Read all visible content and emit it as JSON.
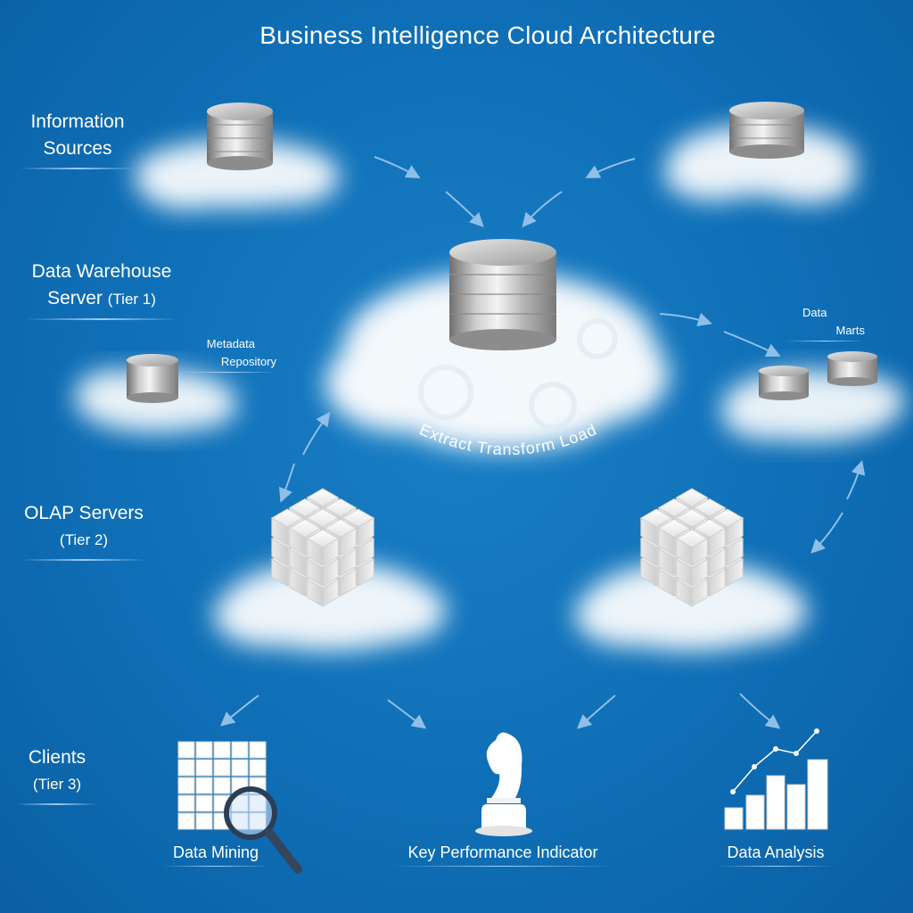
{
  "title": "Business Intelligence Cloud Architecture",
  "tiers": {
    "information_sources": [
      "Information",
      "Sources"
    ],
    "data_warehouse": {
      "line1": "Data Warehouse",
      "line2": "Server",
      "tier": "(Tier 1)"
    },
    "olap": {
      "line1": "OLAP Servers",
      "tier": "(Tier 2)"
    },
    "clients": {
      "line1": "Clients",
      "tier": "(Tier 3)"
    }
  },
  "nodes": {
    "metadata": [
      "Metadata",
      "Repository"
    ],
    "data_marts": [
      "Data",
      "Marts"
    ],
    "etl": "Extract  Transform  Load"
  },
  "clients": {
    "data_mining": "Data Mining",
    "kpi": "Key Performance Indicator",
    "data_analysis": "Data Analysis"
  },
  "colors": {
    "background": "#0f6fb6",
    "arrow": "#7fb3e0",
    "cloud": "#ffffff",
    "cylinder": "#b9b9b9"
  },
  "icons": [
    "database-icon",
    "olap-cube-icon",
    "grid-magnifier-icon",
    "chess-knight-icon",
    "bar-chart-icon"
  ]
}
